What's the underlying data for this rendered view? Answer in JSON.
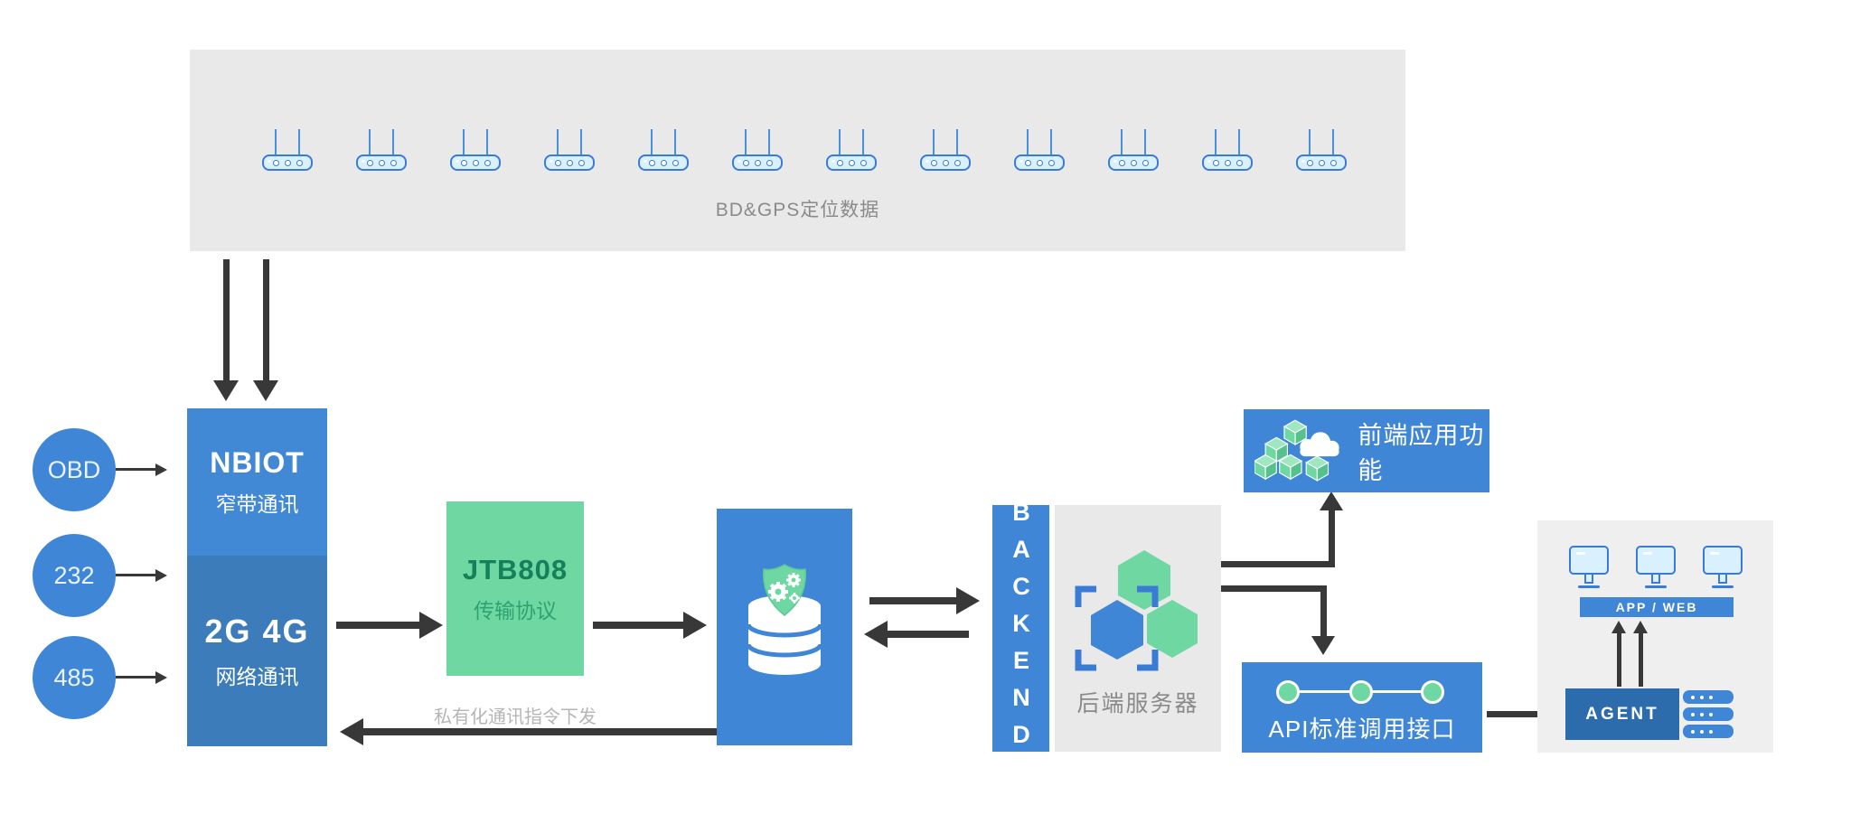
{
  "colors": {
    "primary_blue": "#3F87D6",
    "device_top_blue": "#4189D4",
    "device_bottom_blue": "#3D7CBA",
    "agent_blue": "#2C6CAD",
    "green": "#6FD7A1",
    "green_text_dark": "#15805A",
    "panel_gray": "#E9E9E9",
    "arrow_dark": "#383838",
    "muted_text": "#8A8A8A"
  },
  "gps_panel": {
    "label": "BD&GPS定位数据",
    "router_count": 12
  },
  "ports": [
    {
      "label": "OBD"
    },
    {
      "label": "232"
    },
    {
      "label": "485"
    }
  ],
  "device_box": {
    "nbiot_title": "NBIOT",
    "nbiot_subtitle": "窄带通讯",
    "cellular_title": "2G 4G",
    "cellular_subtitle": "网络通讯"
  },
  "protocol_box": {
    "title": "JTB808",
    "subtitle": "传输协议"
  },
  "labels": {
    "downlink": "私有化通讯指令下发"
  },
  "backend": {
    "vertical_label": "BACKEND",
    "server_label": "后端服务器"
  },
  "frontend_box": {
    "label": "前端应用功能"
  },
  "api_box": {
    "label": "API标准调用接口"
  },
  "client_panel": {
    "app_web_label": "APP / WEB",
    "agent_label": "AGENT"
  }
}
